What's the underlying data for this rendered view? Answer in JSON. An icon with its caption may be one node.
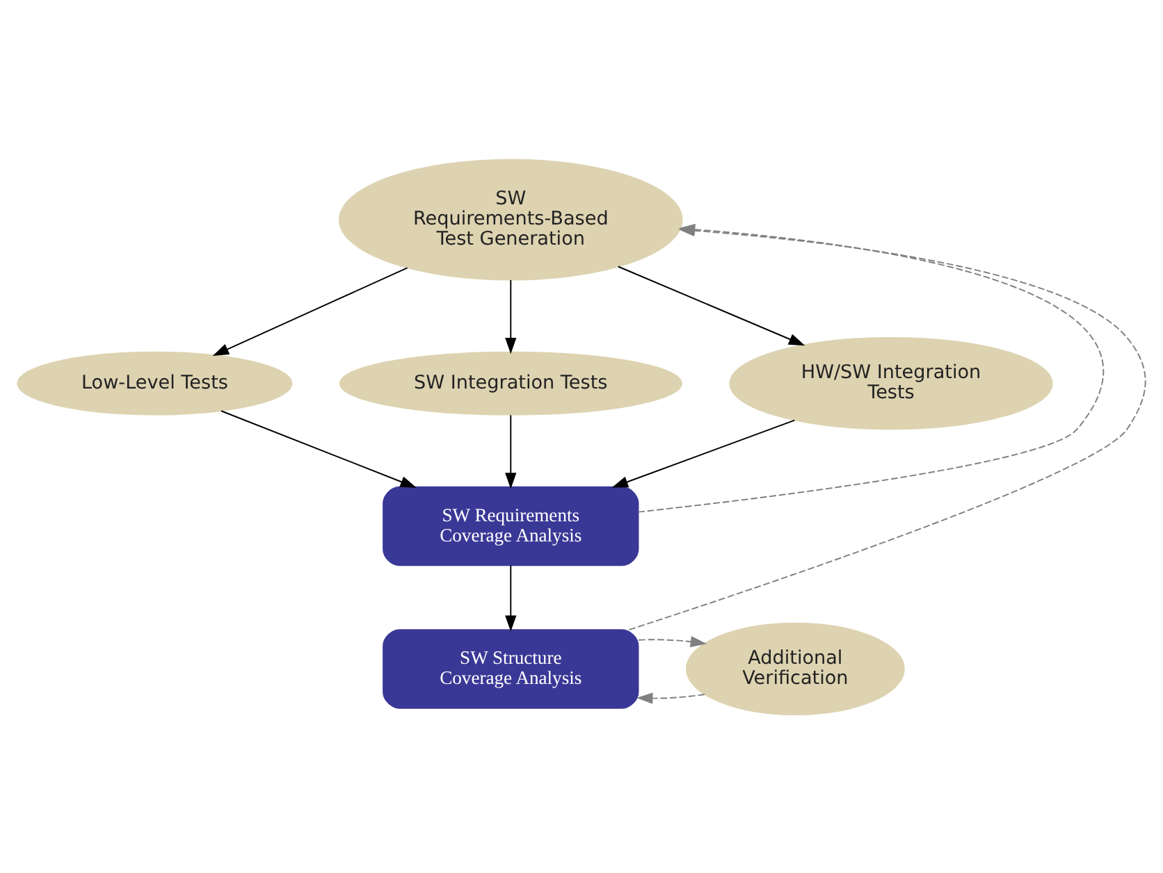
{
  "diagram": {
    "nodes": [
      {
        "text": [
          "SW Requirements-Based Test Generation"
        ]
      },
      {
        "text": [
          "Low-Level Tests"
        ]
      },
      {
        "text": [
          "SW Integration Tests"
        ]
      },
      {
        "text": [
          "HW/SW Integration Tests"
        ]
      },
      {
        "text": [
          "SW Requirements Coverage Analysis"
        ]
      },
      {
        "text": [
          "SW Structure Coverage Analysis"
        ]
      },
      {
        "text": [
          "Additional Verification"
        ]
      }
    ],
    "edges": [
      {
        "from": 0,
        "to": 1,
        "arrow": "to"
      },
      {
        "from": 0,
        "to": 2,
        "arrow": "to"
      },
      {
        "from": 0,
        "to": 3,
        "arrow": "to"
      },
      {
        "from": 1,
        "to": 4,
        "arrow": "to"
      },
      {
        "from": 2,
        "to": 4,
        "arrow": "to"
      },
      {
        "from": 3,
        "to": 4,
        "arrow": "to"
      },
      {
        "from": 4,
        "to": 5,
        "arrow": "to"
      },
      {
        "from": 4,
        "to": 0,
        "arrow": "to",
        "style": "dashed",
        "color": "#808080"
      },
      {
        "from": 5,
        "to": 0,
        "arrow": "to",
        "style": "dashed",
        "color": "#808080"
      },
      {
        "from": 6,
        "to": 5,
        "arrow": "to",
        "style": "dashed",
        "color": "#808080"
      },
      {
        "from": 5,
        "to": 6,
        "arrow": "to",
        "style": "dashed",
        "color": "#808080"
      }
    ]
  }
}
